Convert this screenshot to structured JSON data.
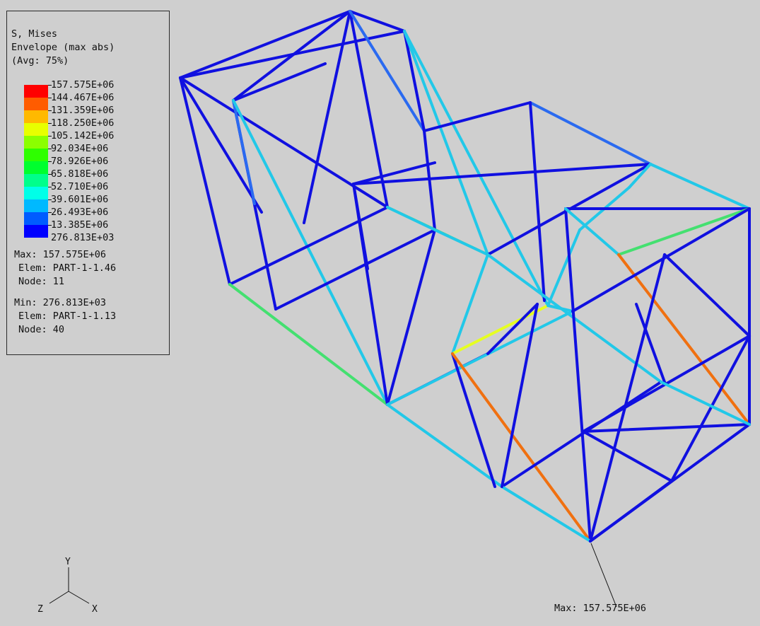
{
  "legend": {
    "title": "S, Mises",
    "subtitle": "Envelope (max abs)",
    "avg": "(Avg: 75%)",
    "entries": [
      {
        "label": "157.575E+06",
        "color": "#ff0000"
      },
      {
        "label": "144.467E+06",
        "color": "#ff5c00"
      },
      {
        "label": "131.359E+06",
        "color": "#ffb900"
      },
      {
        "label": "118.250E+06",
        "color": "#e8ff00"
      },
      {
        "label": "105.142E+06",
        "color": "#8bff00"
      },
      {
        "label": "92.034E+06",
        "color": "#2eff00"
      },
      {
        "label": "78.926E+06",
        "color": "#00ff2e"
      },
      {
        "label": "65.818E+06",
        "color": "#00ff8b"
      },
      {
        "label": "52.710E+06",
        "color": "#00ffe8"
      },
      {
        "label": "39.601E+06",
        "color": "#00b9ff"
      },
      {
        "label": "26.493E+06",
        "color": "#005cff"
      },
      {
        "label": "13.385E+06",
        "color": "#0000ff"
      }
    ],
    "bottom_label": "276.813E+03",
    "max_line": "Max: 157.575E+06",
    "max_elem": "Elem: PART-1-1.46",
    "max_node": "Node: 11",
    "min_line": "Min: 276.813E+03",
    "min_elem": "Elem: PART-1-1.13",
    "min_node": "Node: 40"
  },
  "triad": {
    "y": "Y",
    "z": "Z",
    "x": "X"
  },
  "callout": "Max: 157.575E+06",
  "colors": {
    "background": "#cfcfcf",
    "low": "#1010e0",
    "mid_low": "#2a6af0",
    "mid": "#22c8e8",
    "green": "#44e070",
    "yellow": "#e6ff20",
    "orange": "#f07010",
    "red": "#f01010"
  }
}
